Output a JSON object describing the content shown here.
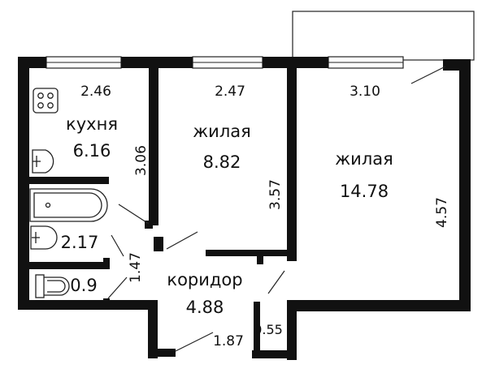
{
  "rooms": {
    "kitchen": {
      "name": "кухня",
      "area": "6.16"
    },
    "living1": {
      "name": "жилая",
      "area": "8.82"
    },
    "living2": {
      "name": "жилая",
      "area": "14.78"
    },
    "bathroom": {
      "area": "2.17"
    },
    "toilet": {
      "area": "0.9"
    },
    "corridor": {
      "name": "коридор",
      "area": "4.88"
    },
    "closet": {
      "area": "0.55"
    }
  },
  "dimensions": {
    "kitchen_width": "2.46",
    "kitchen_depth": "3.06",
    "living1_width": "2.47",
    "living1_depth": "3.57",
    "living2_width": "3.10",
    "living2_depth": "4.57",
    "bath_width": "1.47",
    "corridor_width": "1.87"
  }
}
